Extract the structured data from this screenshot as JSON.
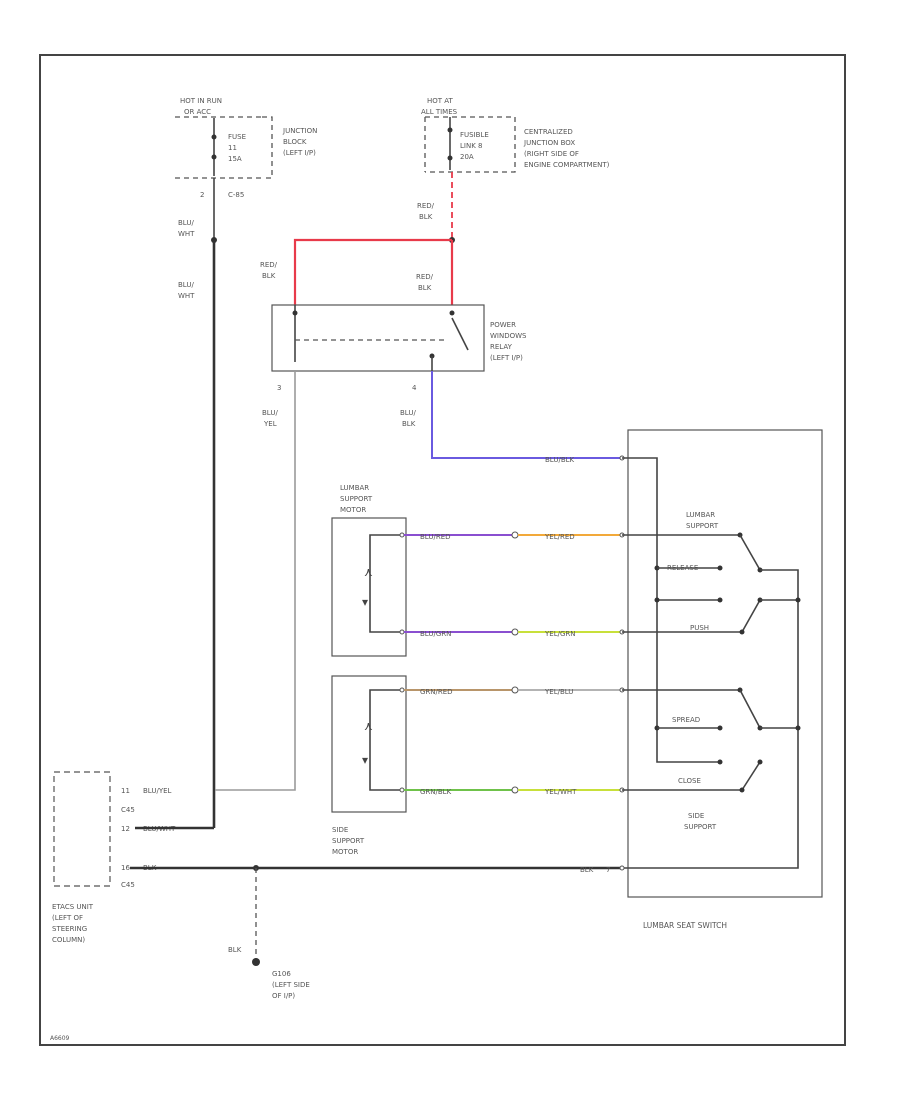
{
  "colors": {
    "red": "#e83a4a",
    "blue": "#6a5ae0",
    "purple": "#8a4fd0",
    "orange": "#f2a93a",
    "yellow_green": "#c8e03a",
    "green": "#6fc24a",
    "brown": "#b8956a",
    "dark": "#333333"
  },
  "labels": {
    "hot_run_1": "HOT IN RUN",
    "hot_run_2": "OR ACC",
    "fuse_1": "FUSE",
    "fuse_2": "11",
    "fuse_3": "15A",
    "jb_1": "JUNCTION",
    "jb_2": "BLOCK",
    "jb_3": "(LEFT I/P)",
    "conn_c85": "C-85",
    "pin_2a": "2",
    "wire_blu_wht_1a": "BLU/",
    "wire_blu_wht_1b": "WHT",
    "wire_blu_wht_2a": "BLU/",
    "wire_blu_wht_2b": "WHT",
    "hot_at_1": "HOT AT",
    "hot_at_2": "ALL TIMES",
    "fusible_1": "FUSIBLE",
    "fusible_2": "LINK 8",
    "fusible_3": "20A",
    "cjb_1": "CENTRALIZED",
    "cjb_2": "JUNCTION BOX",
    "cjb_3": "(RIGHT SIDE OF",
    "cjb_4": "ENGINE COMPARTMENT)",
    "red_blk_1a": "RED/",
    "red_blk_1b": "BLK",
    "red_blk_2a": "RED/",
    "red_blk_2b": "BLK",
    "red_blk_3a": "RED/",
    "red_blk_3b": "BLK",
    "relay_1": "POWER",
    "relay_2": "WINDOWS",
    "relay_3": "RELAY",
    "relay_4": "(LEFT I/P)",
    "pin_3": "3",
    "pin_4": "4",
    "blu_yel_a": "BLU/",
    "blu_yel_b": "YEL",
    "blu_blk_a": "BLU/",
    "blu_blk_b": "BLK",
    "wire_blu_blk_right": "BLU/BLK",
    "lumbar_motor_1": "LUMBAR",
    "lumbar_motor_2": "SUPPORT",
    "lumbar_motor_3": "MOTOR",
    "wire_blu_red": "BLU/RED",
    "wire_yel_red": "YEL/RED",
    "wire_blu_grn": "BLU/GRN",
    "wire_yel_grn": "YEL/GRN",
    "wire_grn_red": "GRN/RED",
    "wire_yel_blu": "YEL/BLU",
    "wire_grn_blk": "GRN/BLK",
    "wire_yel_wht": "YEL/WHT",
    "sw_lumbar_1": "LUMBAR",
    "sw_lumbar_2": "SUPPORT",
    "sw_release": "RELEASE",
    "sw_push": "PUSH",
    "sw_spread": "SPREAD",
    "sw_close": "CLOSE",
    "side_sup_1": "SIDE",
    "side_sup_2": "SUPPORT",
    "side_motor_1": "SIDE",
    "side_motor_2": "SUPPORT",
    "side_motor_3": "MOTOR",
    "wire_blu_yel_left": "BLU/YEL",
    "conn_c45_a": "C45",
    "wire_blu_wht_left": "BLU/WHT",
    "wire_blk_left": "BLK",
    "conn_c45_b": "C45",
    "pin_11": "11",
    "pin_12": "12",
    "pin_16": "16",
    "pin_7": "7",
    "wire_blk_right": "BLK",
    "etacs_1": "ETACS UNIT",
    "etacs_2": "(LEFT OF",
    "etacs_3": "STEERING",
    "etacs_4": "COLUMN)",
    "wire_blk_ground": "BLK",
    "g1_1": "G106",
    "g1_2": "(LEFT SIDE",
    "g1_3": "OF I/P)",
    "switch_title": "LUMBAR SEAT SWITCH",
    "fig_id": "A6609"
  }
}
